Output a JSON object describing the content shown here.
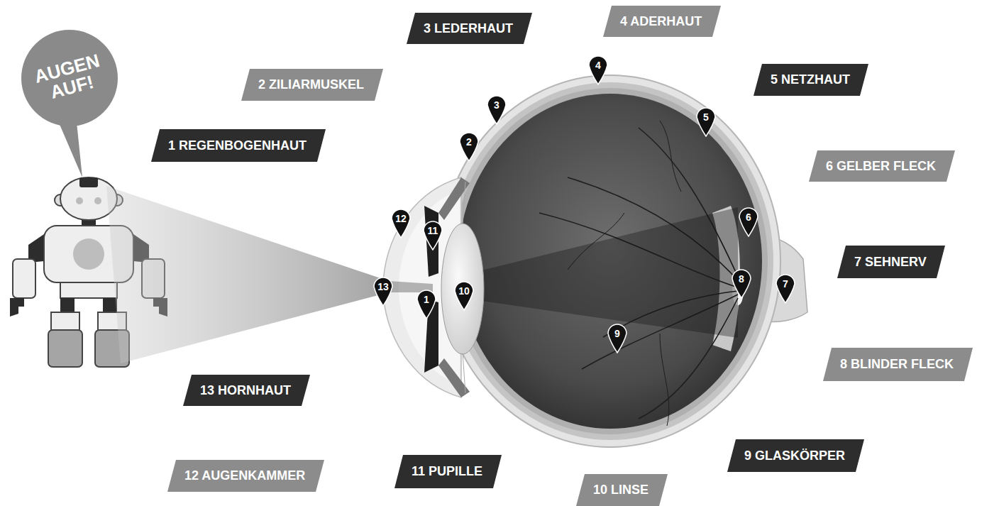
{
  "diagram": {
    "nodes": [
      {
        "text": [
          "AUGEN AUF!"
        ]
      },
      {
        "text": [
          "3 LEDERHAUT"
        ]
      },
      {
        "text": [
          "4 ADERHAUT"
        ]
      },
      {
        "text": [
          "2 ZILIARMUSKEL"
        ]
      },
      {
        "text": [
          "5 NETZHAUT"
        ]
      },
      {
        "text": [
          "1 REGENBOGENHAUT"
        ]
      },
      {
        "text": [
          "6 GELBER FLECK"
        ]
      },
      {
        "text": [
          "7 SEHNERV"
        ]
      },
      {
        "text": [
          "8 BLINDER FLECK"
        ]
      },
      {
        "text": [
          "13 HORNHAUT"
        ]
      },
      {
        "text": [
          "9 GLASKÖRPER"
        ]
      },
      {
        "text": [
          "12 AUGENKAMMER"
        ]
      },
      {
        "text": [
          "11 PUPILLE"
        ]
      },
      {
        "text": [
          "10 LINSE"
        ]
      }
    ],
    "labels": [
      "4",
      "3",
      "2",
      "5",
      "12",
      "11",
      "6",
      "13",
      "1",
      "10",
      "8",
      "7",
      "9"
    ]
  }
}
